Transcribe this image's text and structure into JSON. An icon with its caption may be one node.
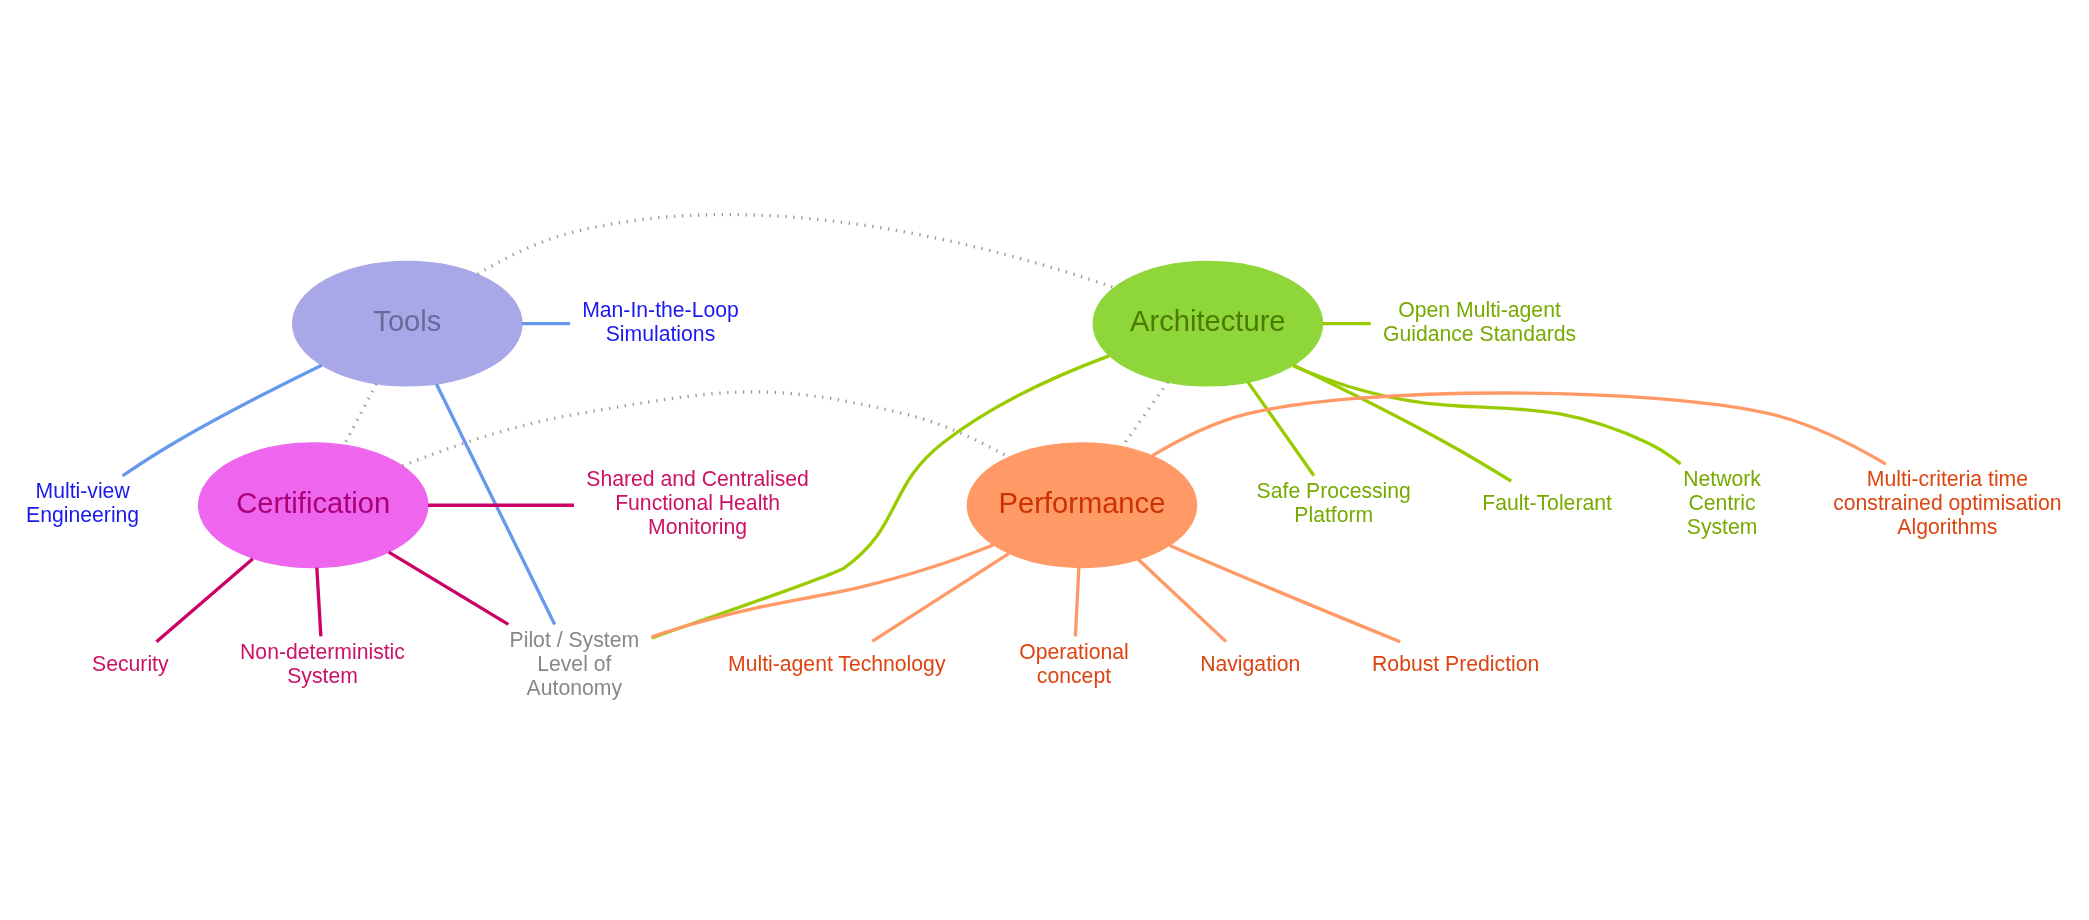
{
  "diagram": {
    "nodes": [
      {
        "text": [
          "Tools"
        ]
      },
      {
        "text": [
          "Architecture"
        ]
      },
      {
        "text": [
          "Certification"
        ]
      },
      {
        "text": [
          "Performance"
        ]
      },
      {
        "text": [
          "Multi-view Engineering"
        ]
      },
      {
        "text": [
          "Man-In-the-Loop Simulations"
        ]
      },
      {
        "text": [
          "Safe Processing Platform"
        ]
      },
      {
        "text": [
          "Fault-Tolerant"
        ]
      },
      {
        "text": [
          "Network Centric System"
        ]
      },
      {
        "text": [
          "Open Multi-agent Guidance Standards"
        ]
      },
      {
        "text": [
          "Pilot / System Level of Autonomy"
        ]
      },
      {
        "text": [
          "Operational concept"
        ]
      },
      {
        "text": [
          "Multi-criteria time constrained optimisation Algorithms"
        ]
      },
      {
        "text": [
          "Shared and Centralised Functional Health Monitoring"
        ]
      },
      {
        "text": [
          "Non-deterministic System"
        ]
      },
      {
        "text": [
          "Security"
        ]
      },
      {
        "text": [
          "Navigation"
        ]
      },
      {
        "text": [
          "Robust Prediction"
        ]
      },
      {
        "text": [
          "Multi-agent Technology"
        ]
      }
    ],
    "edges": [
      {
        "from": 0,
        "to": 1,
        "arrow": "none",
        "style": "dashed",
        "color": "#999999"
      },
      {
        "from": 0,
        "to": 2,
        "arrow": "none",
        "style": "dashed",
        "color": "#999999"
      },
      {
        "from": 1,
        "to": 3,
        "arrow": "none",
        "style": "dashed",
        "color": "#999999"
      },
      {
        "from": 2,
        "to": 3,
        "arrow": "none",
        "style": "dashed",
        "color": "#999999"
      },
      {
        "from": 0,
        "to": 4,
        "arrow": "none",
        "color": "#6699ee"
      },
      {
        "from": 0,
        "to": 5,
        "arrow": "none",
        "color": "#6699ee"
      },
      {
        "from": 0,
        "to": 10,
        "arrow": "none",
        "color": "#6699ee"
      },
      {
        "from": 1,
        "to": 6,
        "arrow": "none",
        "color": "#99cc00"
      },
      {
        "from": 1,
        "to": 7,
        "arrow": "none",
        "color": "#99cc00"
      },
      {
        "from": 1,
        "to": 8,
        "arrow": "none",
        "color": "#99cc00"
      },
      {
        "from": 1,
        "to": 9,
        "arrow": "none",
        "color": "#99cc00"
      },
      {
        "from": 1,
        "to": 10,
        "arrow": "none",
        "color": "#99cc00"
      },
      {
        "from": 2,
        "to": 10,
        "arrow": "none",
        "color": "#cc0066"
      },
      {
        "from": 2,
        "to": 13,
        "arrow": "none",
        "color": "#cc0066"
      },
      {
        "from": 2,
        "to": 14,
        "arrow": "none",
        "color": "#cc0066"
      },
      {
        "from": 2,
        "to": 15,
        "arrow": "none",
        "color": "#cc0066"
      },
      {
        "from": 3,
        "to": 10,
        "arrow": "none",
        "color": "#ff9966"
      },
      {
        "from": 3,
        "to": 11,
        "arrow": "none",
        "color": "#ff9966"
      },
      {
        "from": 3,
        "to": 12,
        "arrow": "none",
        "color": "#ff9966"
      },
      {
        "from": 3,
        "to": 18,
        "arrow": "none",
        "color": "#ff9966"
      },
      {
        "from": 3,
        "to": 17,
        "arrow": "none",
        "color": "#ff9966"
      },
      {
        "from": 3,
        "to": 16,
        "arrow": "none",
        "color": "#ff9966"
      }
    ]
  }
}
